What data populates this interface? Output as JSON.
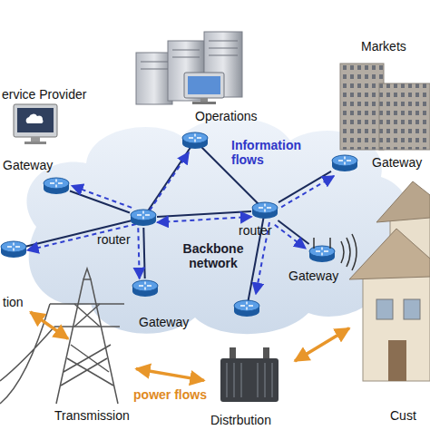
{
  "diagram": {
    "nodes": [
      {
        "text": [
          "Backbone network"
        ]
      },
      {
        "text": [
          "router"
        ],
        "in": 0
      },
      {
        "text": [
          "router"
        ],
        "in": 0
      },
      {
        "text": [
          "Gateway"
        ],
        "in": 0
      },
      {
        "text": [
          "Gateway"
        ],
        "in": 0
      },
      {
        "text": [
          "Gateway"
        ],
        "in": 0
      },
      {
        "text": [
          "Gateway"
        ],
        "in": 0
      },
      {
        "text": [
          "ervice Provider"
        ]
      },
      {
        "text": [
          "Operations"
        ]
      },
      {
        "text": [
          "Markets"
        ]
      },
      {
        "text": [
          "Cust"
        ]
      },
      {
        "text": [
          "Distrbution"
        ]
      },
      {
        "text": [
          "Transmission"
        ]
      },
      {
        "text": [
          "tion"
        ]
      }
    ],
    "edges": [
      {
        "from": 3,
        "to": 1,
        "arrow": "none"
      },
      {
        "from": 1,
        "to": 2,
        "arrow": "none"
      },
      {
        "from": 1,
        "to": 6,
        "arrow": "none"
      },
      {
        "from": 2,
        "to": 4,
        "arrow": "none"
      },
      {
        "from": 2,
        "to": 5,
        "arrow": "none"
      },
      {
        "from": 1,
        "to": 3,
        "arrow": "to"
      },
      {
        "from": 1,
        "to": 6,
        "arrow": "to"
      },
      {
        "from": 2,
        "to": 4,
        "arrow": "to"
      },
      {
        "from": 2,
        "to": 5,
        "arrow": "to"
      },
      {
        "from": 13,
        "to": 12,
        "arrow": "both"
      },
      {
        "from": 12,
        "to": 11,
        "label": "power flows",
        "arrow": "both"
      },
      {
        "from": 11,
        "to": 10,
        "arrow": "both"
      },
      {
        "from": 1,
        "to": 2,
        "arrow": "both"
      }
    ],
    "labels": [
      "Information flows"
    ]
  }
}
